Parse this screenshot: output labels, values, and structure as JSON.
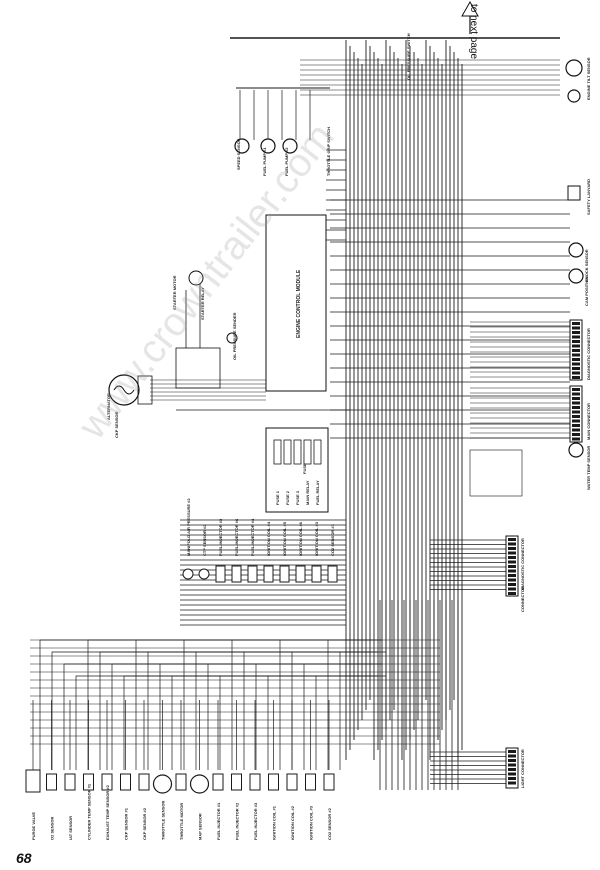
{
  "page": {
    "number": "68",
    "next_page_label": "to next page",
    "watermark": "www.crowntrailer.com"
  },
  "ecm": {
    "label": "ENGINE CONTROL MODULE"
  },
  "top_components": [
    {
      "label": "OIL PRESSURE SWITCH"
    },
    {
      "label": "SPEED SENSOR"
    },
    {
      "label": "FUEL PUMP #1"
    },
    {
      "label": "FUEL PUMP #2"
    },
    {
      "label": "THROTTLE GRIP SWITCH"
    },
    {
      "label": "STARTER MOTOR"
    },
    {
      "label": "STARTER RELAY"
    },
    {
      "label": "OIL PRESSURE SENDER"
    },
    {
      "label": "ALTERNATOR"
    },
    {
      "label": "CKP SENSOR"
    }
  ],
  "right_components": [
    {
      "label": "ENGINE TILT SENSOR"
    },
    {
      "label": "SAFETY LANYARD"
    },
    {
      "label": "KNOCK SENSOR"
    },
    {
      "label": "CAM POSITION"
    },
    {
      "label": "DIAGNOSTIC CONNECTOR"
    },
    {
      "label": "MAIN CONNECTOR"
    },
    {
      "label": "WATER TEMP SENSOR"
    }
  ],
  "middle_components": [
    {
      "label": "MANIFOLD AIR PRESSURE #2"
    },
    {
      "label": "CTP SENSOR #2"
    },
    {
      "label": "FUEL INJECTOR #5"
    },
    {
      "label": "FUEL INJECTOR #6"
    },
    {
      "label": "FUEL INJECTOR #4"
    },
    {
      "label": "IGNITION COIL #4"
    },
    {
      "label": "IGNITION COIL #5"
    },
    {
      "label": "IGNITION COIL #6"
    },
    {
      "label": "IGNITION COIL #3"
    },
    {
      "label": "CO2 SENSOR #1"
    }
  ],
  "fuse_box": {
    "label": "FUSE BOX",
    "items": [
      "FUSE 1",
      "FUSE 2",
      "FUSE 3",
      "MAIN RELAY",
      "FUEL RELAY"
    ]
  },
  "bottom_components": [
    {
      "label": "PURGE VALVE"
    },
    {
      "label": "O2 SENSOR"
    },
    {
      "label": "IAT SENSOR"
    },
    {
      "label": "CYLINDER TEMP SENSOR #1"
    },
    {
      "label": "EXHAUST TEMP SENSOR #2"
    },
    {
      "label": "CKP SENSOR #1"
    },
    {
      "label": "CKP SENSOR #2"
    },
    {
      "label": "THROTTLE SENSOR"
    },
    {
      "label": "THROTTLE MOTOR"
    },
    {
      "label": "MAP SENSOR"
    },
    {
      "label": "FUEL INJECTOR #1"
    },
    {
      "label": "FUEL INJECTOR #2"
    },
    {
      "label": "FUEL INJECTOR #3"
    },
    {
      "label": "IGNITION COIL #1"
    },
    {
      "label": "IGNITION COIL #2"
    },
    {
      "label": "IGNITION COIL #3"
    },
    {
      "label": "CO2 SENSOR #2"
    }
  ],
  "connectors": [
    {
      "label": "DIAGNOSTIC CONNECTOR"
    },
    {
      "label": "CONNECTOR"
    },
    {
      "label": "LIGHT CONNECTOR"
    }
  ],
  "colors": {
    "wire": "#1a1a1a",
    "paper": "#ffffff",
    "watermark": "#c8c8c8"
  }
}
